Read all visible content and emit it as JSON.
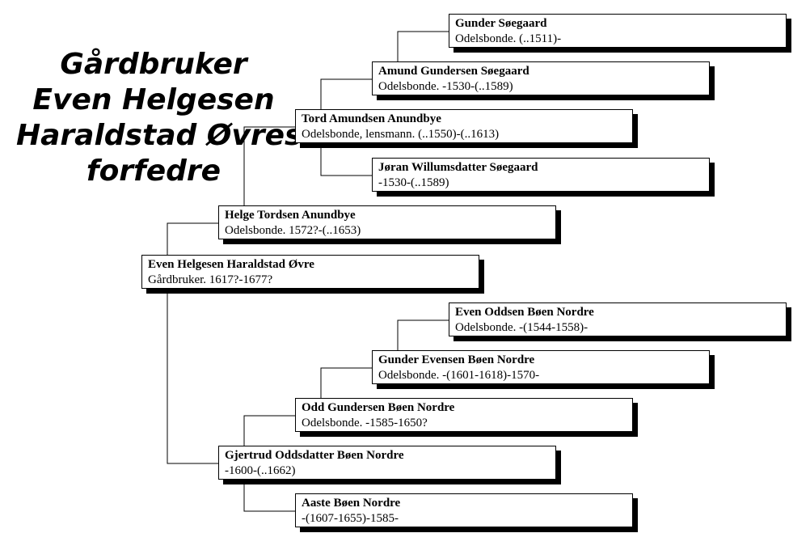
{
  "title": {
    "lines": [
      "Gårdbruker",
      "Even Helgesen",
      "Haraldstad Øvres",
      "forfedre"
    ]
  },
  "persons": {
    "gunder_soegaard": {
      "name": "Gunder Søegaard",
      "info": "Odelsbonde. (..1511)-"
    },
    "amund": {
      "name": "Amund Gundersen Søegaard",
      "info": "Odelsbonde. -1530-(..1589)"
    },
    "tord": {
      "name": "Tord Amundsen Anundbye",
      "info": "Odelsbonde, lensmann. (..1550)-(..1613)"
    },
    "joran": {
      "name": "Jøran Willumsdatter Søegaard",
      "info": "-1530-(..1589)"
    },
    "helge": {
      "name": "Helge Tordsen Anundbye",
      "info": "Odelsbonde. 1572?-(..1653)"
    },
    "even_helgesen": {
      "name": "Even Helgesen Haraldstad Øvre",
      "info": "Gårdbruker. 1617?-1677?"
    },
    "even_oddsen": {
      "name": "Even Oddsen Bøen Nordre",
      "info": "Odelsbonde. -(1544-1558)-"
    },
    "gunder_evensen": {
      "name": "Gunder Evensen Bøen Nordre",
      "info": "Odelsbonde. -(1601-1618)-1570-"
    },
    "odd": {
      "name": "Odd Gundersen Bøen Nordre",
      "info": "Odelsbonde. -1585-1650?"
    },
    "gjertrud": {
      "name": "Gjertrud Oddsdatter Bøen Nordre",
      "info": "-1600-(..1662)"
    },
    "aaste": {
      "name": "Aaste Bøen Nordre",
      "info": "-(1607-1655)-1585-"
    }
  }
}
